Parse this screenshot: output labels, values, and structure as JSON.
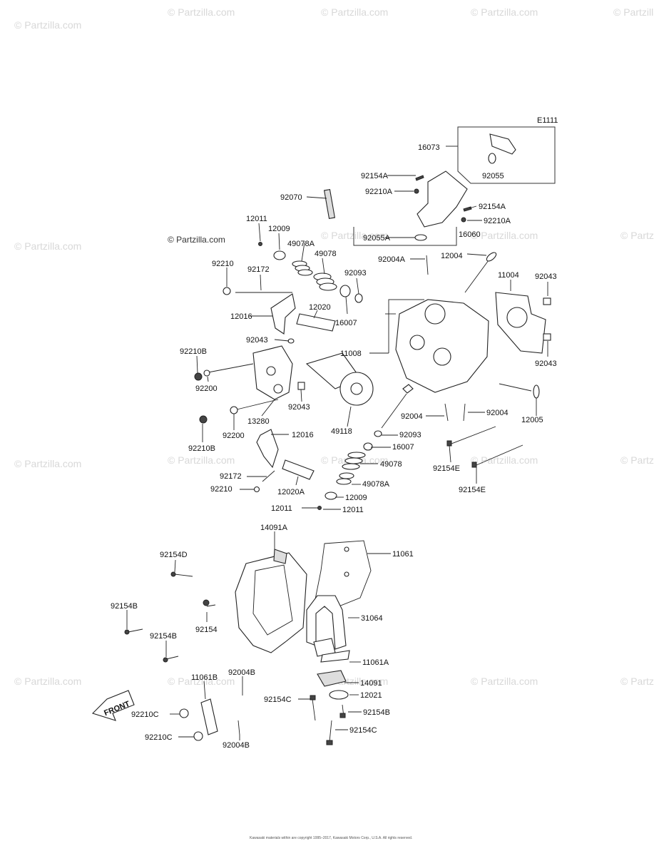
{
  "diagram_code": "E1111",
  "watermark_text": "© Partzilla.com",
  "front_label": "FRONT",
  "copyright": "Kawasaki materials within are copyright 1995–2017, Kawasaki Motors Corp., U.S.A. All rights reserved.",
  "labels": {
    "p16073": "16073",
    "p92055": "92055",
    "p92154A_1": "92154A",
    "p92210A_1": "92210A",
    "p92070": "92070",
    "p92154A_2": "92154A",
    "p92210A_2": "92210A",
    "p12011_1": "12011",
    "p12009_1": "12009",
    "p92055A": "92055A",
    "p16060": "16060",
    "p49078A_1": "49078A",
    "p49078_1": "49078",
    "p92004A": "92004A",
    "p12004": "12004",
    "p92210_1": "92210",
    "p92172_1": "92172",
    "p92093_1": "92093",
    "p11004": "11004",
    "p92043_1": "92043",
    "p12016_1": "12016",
    "p12020": "12020",
    "p16007_1": "16007",
    "p92043_2": "92043",
    "p11008": "11008",
    "p92043_3": "92043",
    "p92210B_1": "92210B",
    "p92200_1": "92200",
    "p92043_4": "92043",
    "p13280": "13280",
    "p92004_1": "92004",
    "p92004_2": "92004",
    "p12005": "12005",
    "p92210B_2": "92210B",
    "p92200_2": "92200",
    "p49118": "49118",
    "p92093_2": "92093",
    "p12016_2": "12016",
    "p16007_2": "16007",
    "p92154E_1": "92154E",
    "p49078_2": "49078",
    "p92172_2": "92172",
    "p49078A_2": "49078A",
    "p92154E_2": "92154E",
    "p92210_2": "92210",
    "p12020A": "12020A",
    "p12009_2": "12009",
    "p12011_2": "12011",
    "p12011_3": "12011",
    "p14091A": "14091A",
    "p11061": "11061",
    "p92154D": "92154D",
    "p92154B_1": "92154B",
    "p92154": "92154",
    "p31064": "31064",
    "p92154B_2": "92154B",
    "p11061A": "11061A",
    "p11061B": "11061B",
    "p92004B_1": "92004B",
    "p14091": "14091",
    "p92154C_1": "92154C",
    "p12021": "12021",
    "p92154B_3": "92154B",
    "p92210C_1": "92210C",
    "p92154C_2": "92154C",
    "p92210C_2": "92210C",
    "p92004B_2": "92004B"
  }
}
